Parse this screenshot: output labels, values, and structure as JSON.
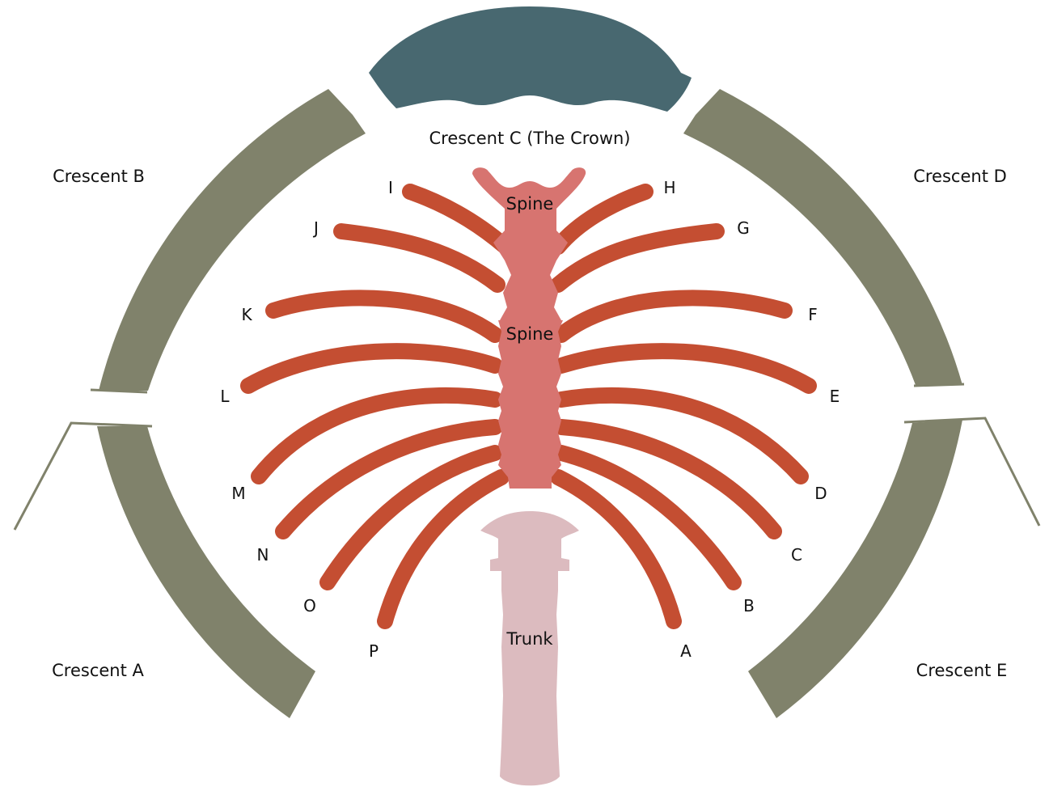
{
  "colors": {
    "crescent": "#80826b",
    "crown": "#486870",
    "rib": "#c44e32",
    "spine": "#d77470",
    "trunk": "#dcbbbf",
    "background": "#ffffff"
  },
  "labels": {
    "crescent_a": "Crescent A",
    "crescent_b": "Crescent B",
    "crescent_c": "Crescent C (The Crown)",
    "crescent_d": "Crescent D",
    "crescent_e": "Crescent E",
    "spine_upper": "Spine",
    "spine_lower": "Spine",
    "trunk": "Trunk"
  },
  "ribs": {
    "a": "A",
    "b": "B",
    "c": "C",
    "d": "D",
    "e": "E",
    "f": "F",
    "g": "G",
    "h": "H",
    "i": "I",
    "j": "J",
    "k": "K",
    "l": "L",
    "m": "M",
    "n": "N",
    "o": "O",
    "p": "P"
  }
}
